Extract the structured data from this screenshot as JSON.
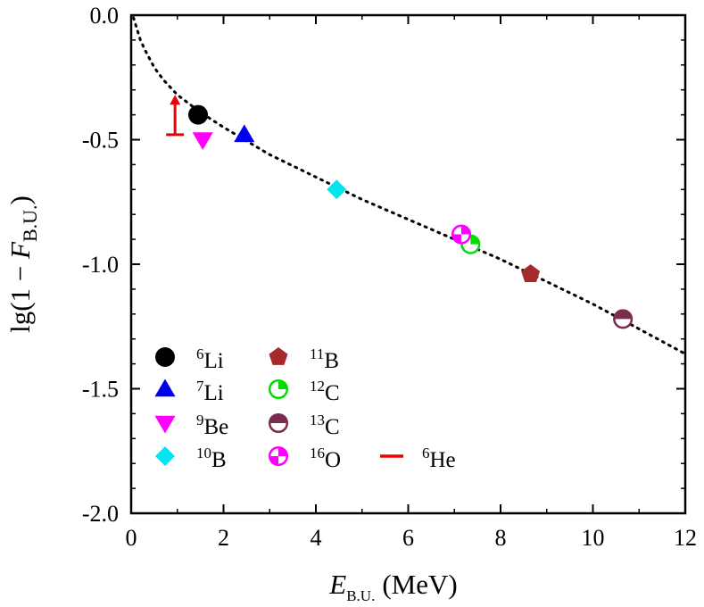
{
  "chart_data": {
    "type": "scatter",
    "xlabel": {
      "main": "E",
      "sub": "B.U.",
      "unit": "(MeV)"
    },
    "ylabel": {
      "prefix": "lg(1 − ",
      "main": "F",
      "sub": "B.U.",
      "suffix": ")"
    },
    "xlim": [
      0,
      12
    ],
    "ylim": [
      -2.0,
      0.0
    ],
    "xticks": [
      0,
      2,
      4,
      6,
      8,
      10,
      12
    ],
    "yticks": [
      0.0,
      -0.5,
      -1.0,
      -1.5,
      -2.0
    ],
    "xtick_labels": [
      "0",
      "2",
      "4",
      "6",
      "8",
      "10",
      "12"
    ],
    "ytick_labels": [
      "0.0",
      "-0.5",
      "-1.0",
      "-1.5",
      "-2.0"
    ],
    "legend_position": "bottom-left",
    "series": [
      {
        "name": "Li",
        "mass": "6",
        "marker": "circle",
        "color": "#000000",
        "x": [
          1.45
        ],
        "y": [
          -0.4
        ]
      },
      {
        "name": "Li",
        "mass": "7",
        "marker": "triangle-up",
        "color": "#0000ee",
        "x": [
          2.45
        ],
        "y": [
          -0.48
        ]
      },
      {
        "name": "Be",
        "mass": "9",
        "marker": "triangle-down",
        "color": "#ff00ff",
        "x": [
          1.55
        ],
        "y": [
          -0.5
        ]
      },
      {
        "name": "B",
        "mass": "10",
        "marker": "diamond",
        "color": "#00e5ee",
        "x": [
          4.45
        ],
        "y": [
          -0.7
        ]
      },
      {
        "name": "B",
        "mass": "11",
        "marker": "pentagon",
        "color": "#a52a2a",
        "x": [
          8.65
        ],
        "y": [
          -1.04
        ]
      },
      {
        "name": "C",
        "mass": "12",
        "marker": "circle-quarter",
        "color": "#00dd00",
        "x": [
          7.35
        ],
        "y": [
          -0.92
        ]
      },
      {
        "name": "C",
        "mass": "13",
        "marker": "circle-half",
        "color": "#7b2c4f",
        "x": [
          10.65
        ],
        "y": [
          -1.22
        ]
      },
      {
        "name": "O",
        "mass": "16",
        "marker": "circle-checker",
        "color": "#ff00ff",
        "x": [
          7.15
        ],
        "y": [
          -0.88
        ]
      },
      {
        "name": "He",
        "mass": "6",
        "marker": "lower-limit",
        "color": "#ee0000",
        "x": [
          0.95
        ],
        "y": [
          -0.48
        ],
        "y_upper": -0.32
      }
    ],
    "fit_curve": {
      "style": "dotted",
      "color": "#000000",
      "x": [
        0.05,
        0.1,
        0.2,
        0.3,
        0.5,
        0.7,
        1.0,
        1.5,
        2.0,
        3.0,
        4.0,
        5.0,
        6.0,
        7.0,
        8.0,
        9.0,
        10.0,
        11.0,
        12.0
      ],
      "y": [
        -0.01,
        -0.04,
        -0.1,
        -0.14,
        -0.21,
        -0.26,
        -0.32,
        -0.39,
        -0.45,
        -0.56,
        -0.65,
        -0.74,
        -0.82,
        -0.9,
        -0.98,
        -1.07,
        -1.16,
        -1.26,
        -1.36
      ]
    }
  }
}
